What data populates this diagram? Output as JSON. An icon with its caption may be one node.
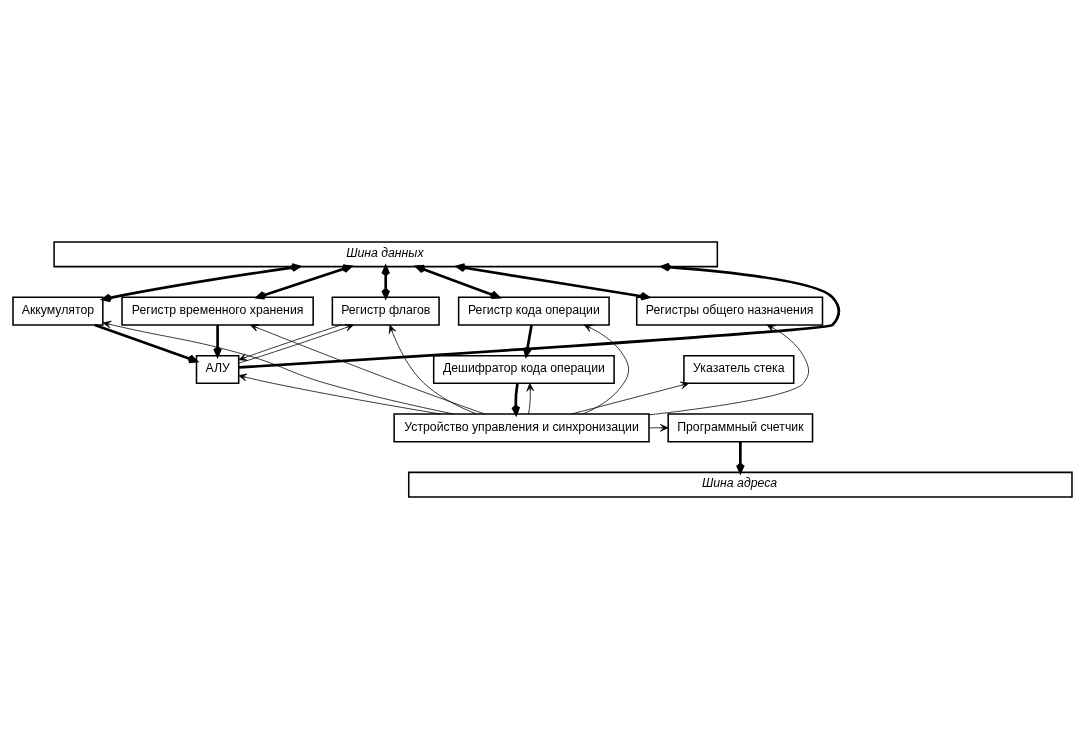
{
  "diagram": {
    "nodes": [
      {
        "text": [
          "Шина данных"
        ]
      },
      {
        "text": [
          "Аккумулятор"
        ]
      },
      {
        "text": [
          "Регистр временного хранения"
        ]
      },
      {
        "text": [
          "Регистр флагов"
        ]
      },
      {
        "text": [
          "Регистр кода операции"
        ]
      },
      {
        "text": [
          "Регистры общего назначения"
        ]
      },
      {
        "text": [
          "Указатель стека"
        ]
      },
      {
        "text": [
          "Программный счетчик"
        ]
      },
      {
        "text": [
          "АЛУ"
        ]
      },
      {
        "text": [
          "Дешифратор кода операции"
        ]
      },
      {
        "text": [
          "Устройство управления и синхронизации"
        ]
      },
      {
        "text": [
          "Шина адреса"
        ]
      }
    ],
    "edges": [
      {
        "from": 0,
        "to": 1,
        "arrow": "both",
        "style": "thick"
      },
      {
        "from": 0,
        "to": 2,
        "arrow": "both",
        "style": "thick"
      },
      {
        "from": 0,
        "to": 3,
        "arrow": "both",
        "style": "thick"
      },
      {
        "from": 8,
        "to": 0,
        "arrow": "to",
        "style": "thick"
      },
      {
        "from": 0,
        "to": 4,
        "arrow": "both",
        "style": "thick"
      },
      {
        "from": 0,
        "to": 5,
        "arrow": "both",
        "style": "thick"
      },
      {
        "from": 1,
        "to": 8,
        "arrow": "to",
        "style": "thick"
      },
      {
        "from": 2,
        "to": 8,
        "arrow": "to",
        "style": "thick"
      },
      {
        "from": 8,
        "to": 3,
        "arrow": "to"
      },
      {
        "from": 3,
        "to": 8,
        "arrow": "to"
      },
      {
        "from": 4,
        "to": 9,
        "arrow": "to",
        "style": "thick"
      },
      {
        "from": 9,
        "to": 10,
        "arrow": "to",
        "style": "thick"
      },
      {
        "from": 10,
        "to": 9,
        "arrow": "to"
      },
      {
        "from": 10,
        "to": 8,
        "arrow": "to"
      },
      {
        "from": 10,
        "to": 1,
        "arrow": "to"
      },
      {
        "from": 10,
        "to": 2,
        "arrow": "to"
      },
      {
        "from": 10,
        "to": 3,
        "arrow": "to"
      },
      {
        "from": 10,
        "to": 4,
        "arrow": "to"
      },
      {
        "from": 10,
        "to": 5,
        "arrow": "to"
      },
      {
        "from": 10,
        "to": 6,
        "arrow": "to"
      },
      {
        "from": 10,
        "to": 7,
        "arrow": "to"
      },
      {
        "from": 7,
        "to": 11,
        "arrow": "to",
        "style": "thick"
      }
    ]
  }
}
